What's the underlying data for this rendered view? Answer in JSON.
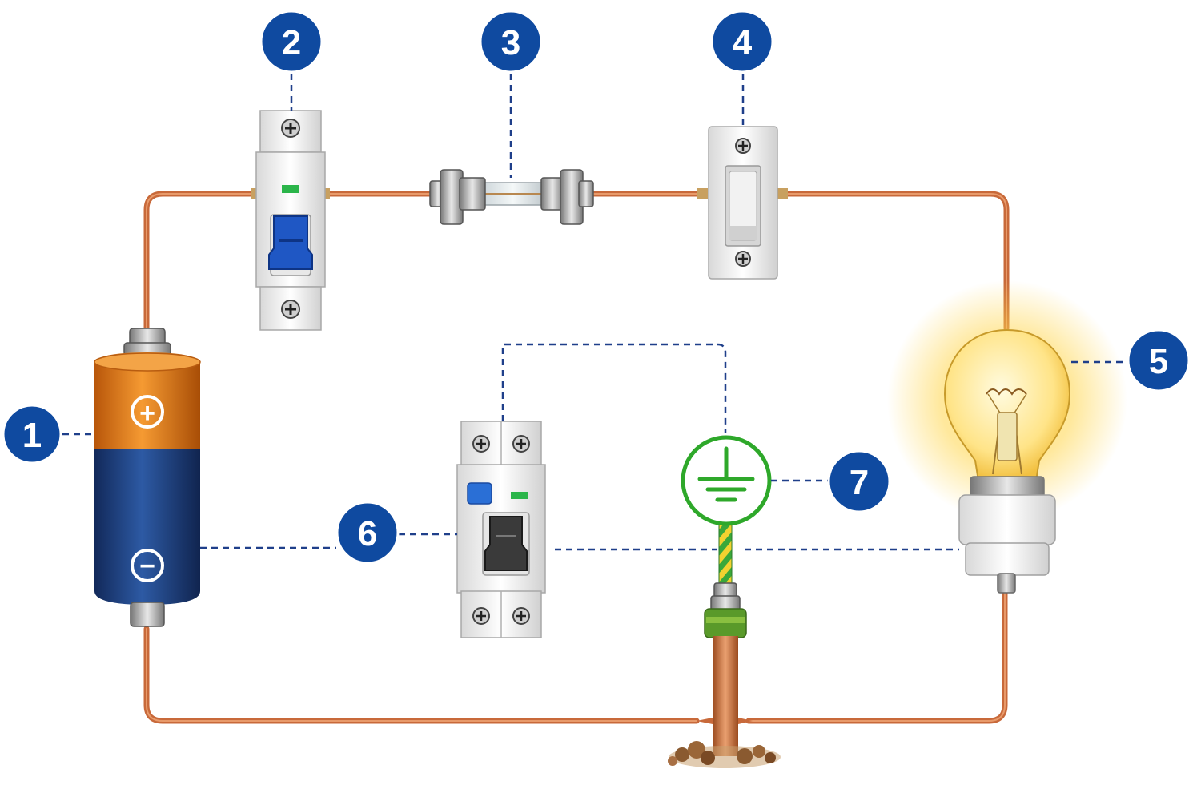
{
  "colors": {
    "wire": "#c8693a",
    "wire_highlight": "#e89a6a",
    "callout_fill": "#0f4aa0",
    "callout_text": "#ffffff",
    "leader_line": "#1f3f8a",
    "battery_positive": "#e07a14",
    "battery_negative": "#1c3f7a",
    "breaker_handle": "#1f57c4",
    "rcd_test_button": "#2a6fd6",
    "earth_symbol": "#2ea82a",
    "indicator_green": "#2bb54a",
    "bulb_glow": "#ffd54a"
  },
  "battery": {
    "positive_symbol": "+",
    "negative_symbol": "−"
  },
  "callouts": [
    {
      "id": "1",
      "label": "1",
      "component": "battery"
    },
    {
      "id": "2",
      "label": "2",
      "component": "circuit-breaker"
    },
    {
      "id": "3",
      "label": "3",
      "component": "fuse"
    },
    {
      "id": "4",
      "label": "4",
      "component": "light-switch"
    },
    {
      "id": "5",
      "label": "5",
      "component": "light-bulb"
    },
    {
      "id": "6",
      "label": "6",
      "component": "residual-current-device"
    },
    {
      "id": "7",
      "label": "7",
      "component": "earth-ground"
    }
  ]
}
